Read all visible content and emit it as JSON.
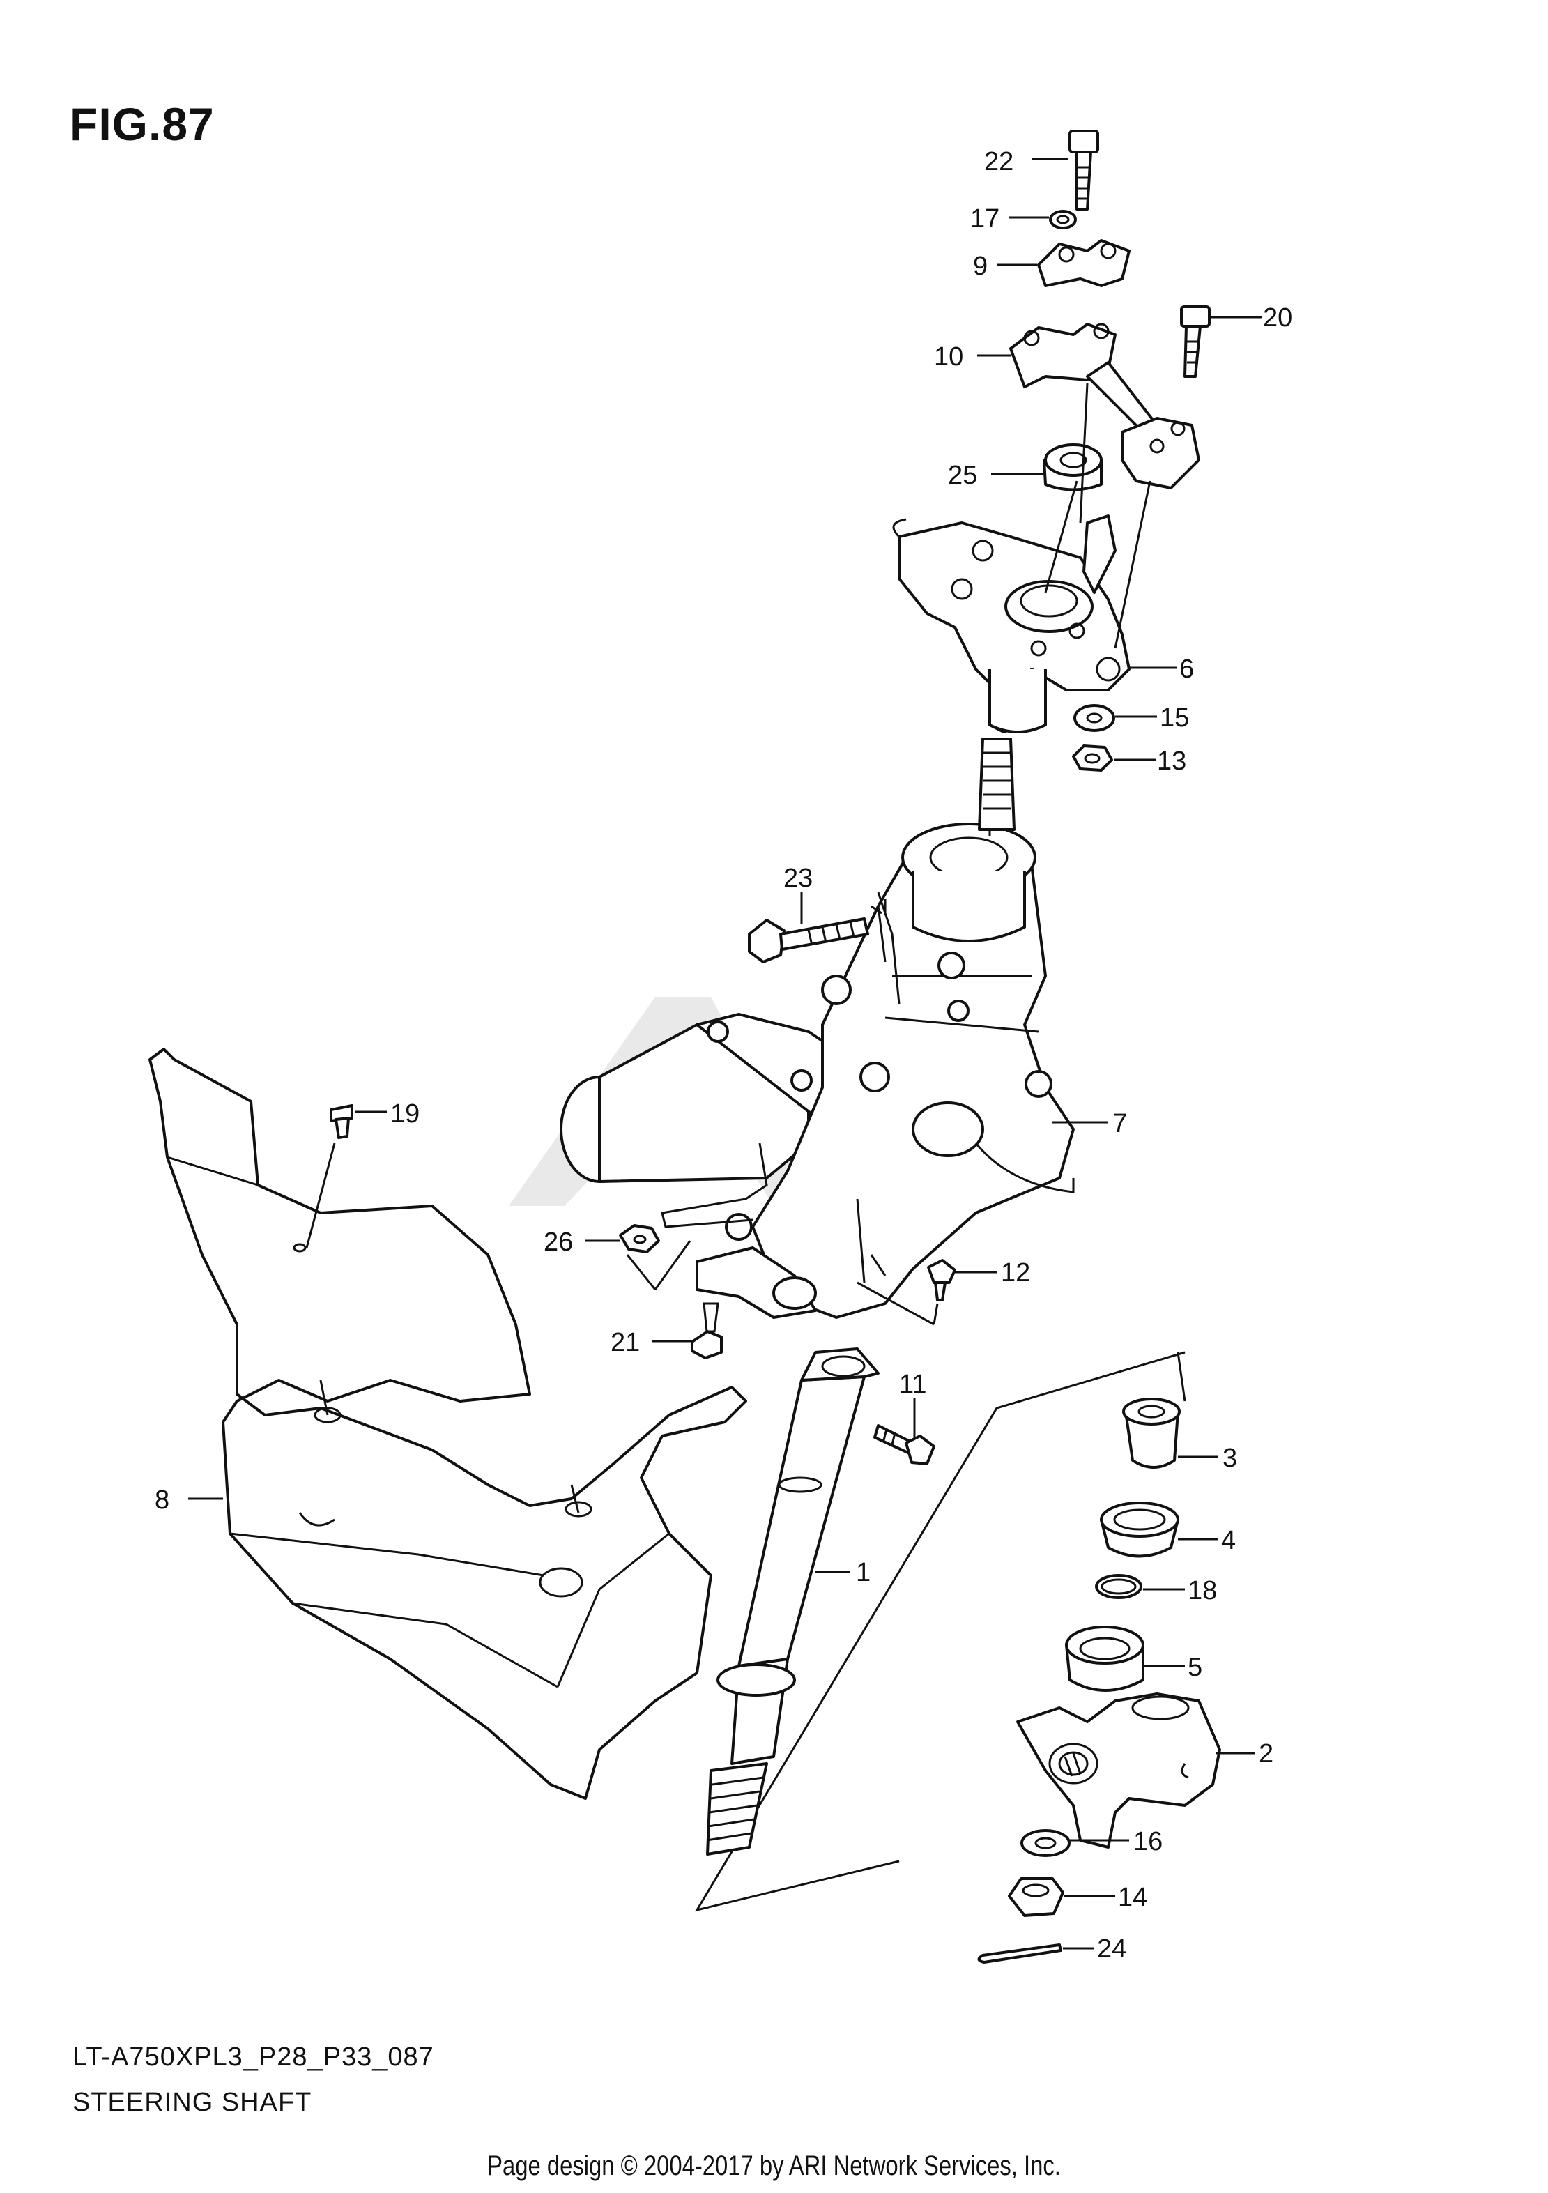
{
  "figure_title": "FIG.87",
  "model_code": "LT-A750XPL3_P28_P33_087",
  "diagram_title": "STEERING SHAFT",
  "footer": "Page design © 2004-2017 by ARI Network Services, Inc.",
  "watermark_text": "ARI",
  "callouts": {
    "c1": "1",
    "c2": "2",
    "c3": "3",
    "c4": "4",
    "c5": "5",
    "c6": "6",
    "c7": "7",
    "c8": "8",
    "c9": "9",
    "c10": "10",
    "c11": "11",
    "c12": "12",
    "c13": "13",
    "c14": "14",
    "c15": "15",
    "c16": "16",
    "c17": "17",
    "c18": "18",
    "c19": "19",
    "c20": "20",
    "c21": "21",
    "c22": "22",
    "c23": "23",
    "c24": "24",
    "c25": "25",
    "c26": "26"
  }
}
